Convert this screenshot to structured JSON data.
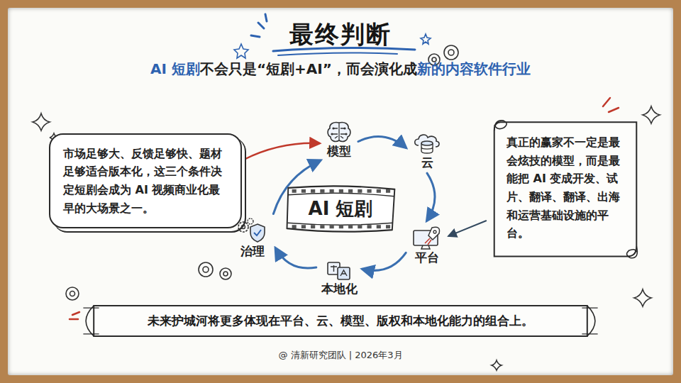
{
  "diagram": {
    "title": "最终判断",
    "caption": "@ 清新研究团队 | 2026年3月",
    "nodes": [
      {
        "text": [
          "市场足够大、反馈足够快、题材足够适合版本化，这三个条件决定短剧会成为 AI 视频商业化最早的大场景之一。"
        ]
      },
      {
        "text": [
          "AI 短剧"
        ]
      },
      {
        "text": [
          "模型"
        ]
      },
      {
        "text": [
          "云"
        ]
      },
      {
        "text": [
          "平台"
        ]
      },
      {
        "text": [
          "本地化"
        ]
      },
      {
        "text": [
          "治理"
        ]
      },
      {
        "text": [
          "真正的赢家不一定是最会炫技的模型，而是最能把 AI 变成开发、试片、翻译、翻译、出海和运营基础设施的平台。"
        ]
      },
      {
        "text": [
          "未来护城河将更多体现在平台、云、模型、版权和本地化能力的组合上。"
        ]
      }
    ],
    "edges": [
      {
        "from": 2,
        "to": 3,
        "arrow": "to"
      },
      {
        "from": 3,
        "to": 4,
        "arrow": "to"
      },
      {
        "from": 4,
        "to": 5,
        "arrow": "to"
      },
      {
        "from": 5,
        "to": 6,
        "arrow": "to"
      },
      {
        "from": 6,
        "to": 2,
        "arrow": "to"
      },
      {
        "from": 0,
        "to": 2,
        "arrow": "to"
      },
      {
        "from": 7,
        "to": 4,
        "arrow": "to"
      }
    ],
    "labels": [
      "AI 短剧",
      "不会只是“短剧+AI”，而会演化成",
      "新的内容软件行业"
    ]
  }
}
